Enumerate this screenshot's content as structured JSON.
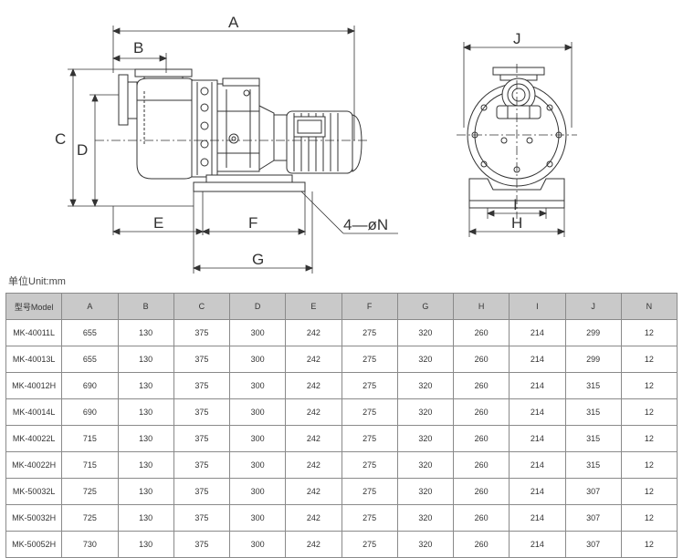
{
  "drawing": {
    "dims": {
      "A": "A",
      "B": "B",
      "C": "C",
      "D": "D",
      "E": "E",
      "F": "F",
      "G": "G",
      "H": "H",
      "I": "I",
      "J": "J",
      "N": "4—øN"
    }
  },
  "unit_label": "单位Unit:mm",
  "table": {
    "headers": [
      "型号Model",
      "A",
      "B",
      "C",
      "D",
      "E",
      "F",
      "G",
      "H",
      "I",
      "J",
      "N"
    ],
    "rows": [
      [
        "MK-40011L",
        "655",
        "130",
        "375",
        "300",
        "242",
        "275",
        "320",
        "260",
        "214",
        "299",
        "12"
      ],
      [
        "MK-40013L",
        "655",
        "130",
        "375",
        "300",
        "242",
        "275",
        "320",
        "260",
        "214",
        "299",
        "12"
      ],
      [
        "MK-40012H",
        "690",
        "130",
        "375",
        "300",
        "242",
        "275",
        "320",
        "260",
        "214",
        "315",
        "12"
      ],
      [
        "MK-40014L",
        "690",
        "130",
        "375",
        "300",
        "242",
        "275",
        "320",
        "260",
        "214",
        "315",
        "12"
      ],
      [
        "MK-40022L",
        "715",
        "130",
        "375",
        "300",
        "242",
        "275",
        "320",
        "260",
        "214",
        "315",
        "12"
      ],
      [
        "MK-40022H",
        "715",
        "130",
        "375",
        "300",
        "242",
        "275",
        "320",
        "260",
        "214",
        "315",
        "12"
      ],
      [
        "MK-50032L",
        "725",
        "130",
        "375",
        "300",
        "242",
        "275",
        "320",
        "260",
        "214",
        "307",
        "12"
      ],
      [
        "MK-50032H",
        "725",
        "130",
        "375",
        "300",
        "242",
        "275",
        "320",
        "260",
        "214",
        "307",
        "12"
      ],
      [
        "MK-50052H",
        "730",
        "130",
        "375",
        "300",
        "242",
        "275",
        "320",
        "260",
        "214",
        "307",
        "12"
      ]
    ]
  }
}
